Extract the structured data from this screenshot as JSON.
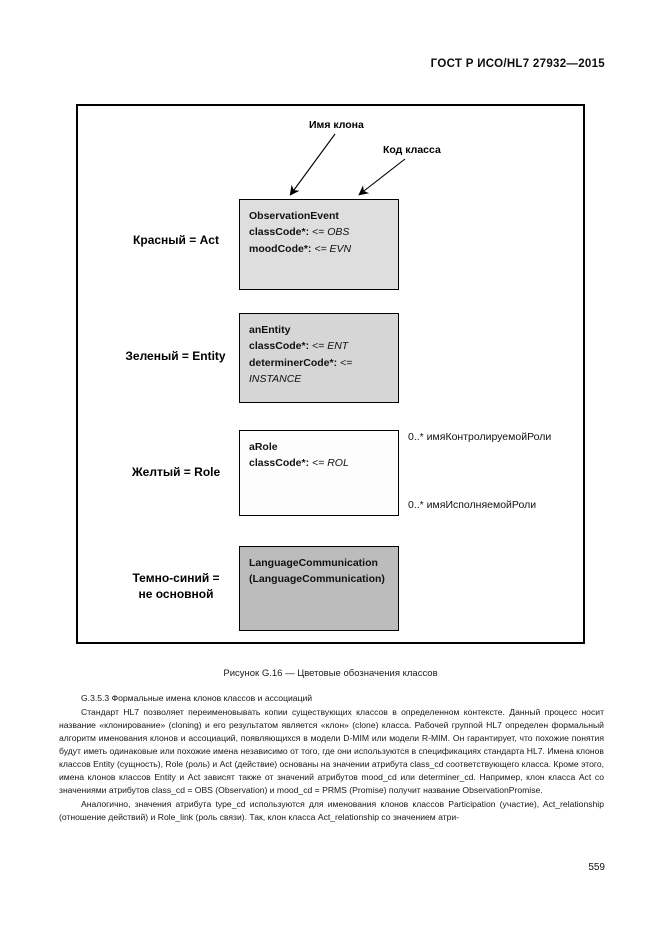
{
  "header": {
    "standard_ref": "ГОСТ Р ИСО/HL7 27932—2015"
  },
  "figure": {
    "caption": "Рисунок G.16 — Цветовые обозначения классов",
    "callouts": {
      "clone_name": "Имя клона",
      "class_code": "Код класса"
    },
    "legend": [
      {
        "id": "act",
        "label": "Красный = Act"
      },
      {
        "id": "entity",
        "label": "Зеленый = Entity"
      },
      {
        "id": "role",
        "label": "Желтый = Role"
      },
      {
        "id": "other",
        "label": "Темно-синий =\nне основной"
      }
    ],
    "boxes": [
      {
        "id": "observation-event",
        "name": "ObservationEvent",
        "fill": "#dedede",
        "attributes": [
          {
            "label": "classCode*: ",
            "value": "<= OBS"
          },
          {
            "label": "moodCode*: ",
            "value": "<= EVN"
          }
        ]
      },
      {
        "id": "an-entity",
        "name": "anEntity",
        "fill": "#d6d6d6",
        "attributes": [
          {
            "label": "classCode*: ",
            "value": "<= ENT"
          },
          {
            "label": "determinerCode*: ",
            "value": "<="
          },
          {
            "label": "",
            "value": "INSTANCE"
          }
        ]
      },
      {
        "id": "a-role",
        "name": "aRole",
        "fill": "#fdfdfd",
        "attributes": [
          {
            "label": "classCode*: ",
            "value": "<= ROL"
          }
        ]
      },
      {
        "id": "language-communication",
        "name": "LanguageCommunication",
        "fill": "#bcbcbc",
        "attributes": [
          {
            "label": "(LanguageCommunication)",
            "value": ""
          }
        ]
      }
    ],
    "multiplicities": [
      {
        "id": "controlled-role",
        "text": "0..* имяКонтролируемойРоли"
      },
      {
        "id": "played-role",
        "text": "0..* имяИсполняемойРоли"
      }
    ]
  },
  "body": {
    "section_heading": "G.3.5.3 Формальные имена клонов классов и ассоциаций",
    "paragraph_1": "Стандарт HL7 позволяет переименовывать копии существующих классов в определенном контексте. Данный процесс носит название «клонирование» (cloning) и его результатом является «клон» (clone) класса. Рабочей группой HL7 определен формальный алгоритм именования клонов и ассоциаций, появляющихся в модели D-MIM или модели R-MIM. Он гарантирует, что похожие понятия будут иметь одинаковые или похожие имена независимо от того, где они используются в спецификациях стандарта HL7. Имена клонов классов Entity (сущность), Role (роль) и Act (действие) основаны на значении атрибута class_cd соответствующего класса. Кроме этого, имена клонов классов Entity и Act зависят также от значений атрибутов mood_cd или determiner_cd. Например, клон класса Act со значениями атрибутов class_cd = OBS (Observation) и mood_cd = PRMS (Promise) получит название ObservationPromise.",
    "paragraph_2": "Аналогично, значения атрибута type_cd используются для именования клонов классов Participation (участие), Act_relationship (отношение действий) и Role_link (роль связи). Так, клон класса Act_relationship со значением атри-"
  },
  "page_number": "559"
}
